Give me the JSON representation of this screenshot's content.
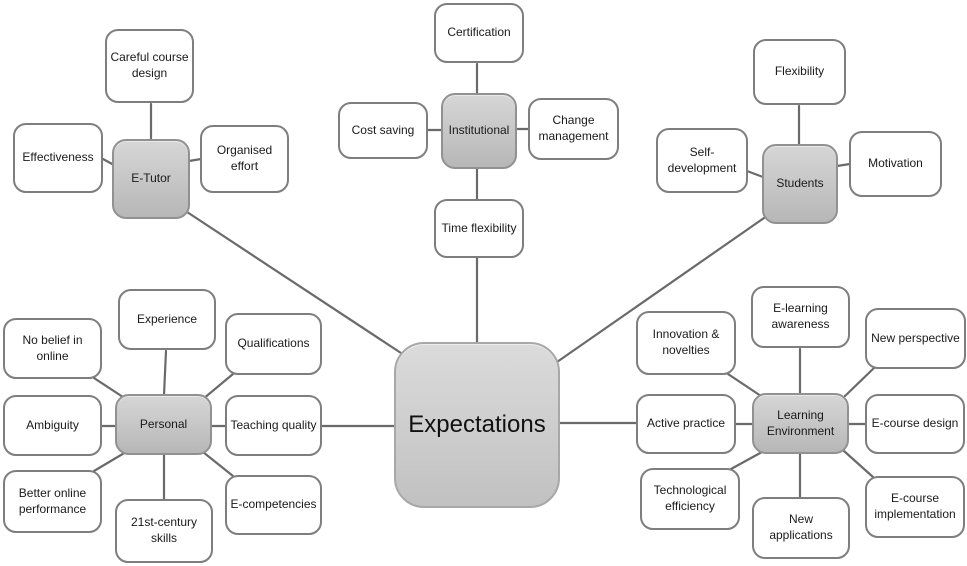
{
  "figure": {
    "type": "mindmap",
    "center": {
      "label": "Expectations"
    },
    "clusters": [
      {
        "hub": "E-Tutor",
        "leaves": [
          "Careful course design",
          "Effectiveness",
          "Organised effort"
        ]
      },
      {
        "hub": "Institutional",
        "leaves": [
          "Certification",
          "Cost saving",
          "Change management",
          "Time flexibility"
        ]
      },
      {
        "hub": "Students",
        "leaves": [
          "Flexibility",
          "Self-development",
          "Motivation"
        ]
      },
      {
        "hub": "Personal",
        "leaves": [
          "Experience",
          "No belief in online",
          "Qualifications",
          "Ambiguity",
          "Teaching quality",
          "Better online performance",
          "21st-century skills",
          "E-competencies"
        ]
      },
      {
        "hub": "Learning Environment",
        "leaves": [
          "E-learning awareness",
          "Innovation & novelties",
          "New perspective",
          "Active practice",
          "E-course design",
          "Technological efficiency",
          "New applications",
          "E-course implementation"
        ]
      }
    ],
    "colors": {
      "background": "#ffffff",
      "leaf_fill": "#ffffff",
      "leaf_border": "#7e7e7e",
      "hub_fill_top": "#d6d6d6",
      "hub_fill_bottom": "#b7b7b7",
      "hub_border": "#919191",
      "center_fill_top": "#dbdbdb",
      "center_fill_bottom": "#c1c1c1",
      "center_border": "#a8a8a8",
      "line": "#6a6a6a",
      "text": "#1a1a1a"
    }
  }
}
